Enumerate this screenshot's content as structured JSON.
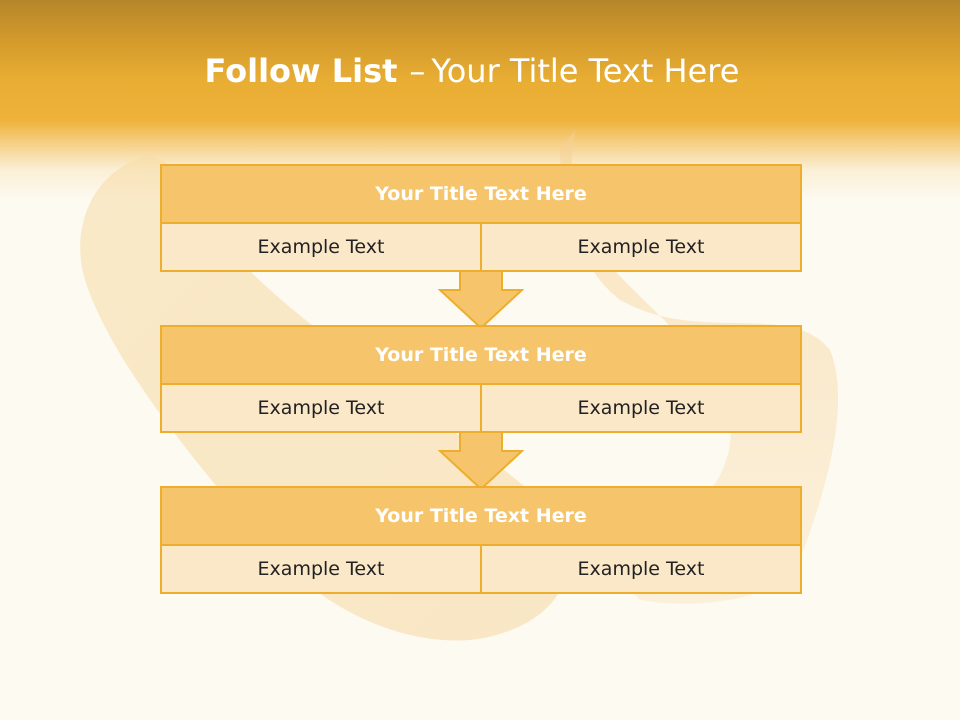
{
  "slide": {
    "title_bold": "Follow List",
    "title_separator": "–",
    "title_rest": "Your Title Text Here",
    "colors": {
      "header": "#efb23a",
      "block_title_fill": "#f6c56b",
      "block_cell_fill": "#fbe8c9",
      "border": "#eeae2d",
      "background": "#fdfaf1"
    }
  },
  "steps": [
    {
      "title": "Your Title Text Here",
      "left": "Example Text",
      "right": "Example Text"
    },
    {
      "title": "Your Title Text Here",
      "left": "Example Text",
      "right": "Example Text"
    },
    {
      "title": "Your Title Text Here",
      "left": "Example Text",
      "right": "Example Text"
    }
  ],
  "connectors": [
    "down-arrow-icon",
    "down-arrow-icon"
  ]
}
